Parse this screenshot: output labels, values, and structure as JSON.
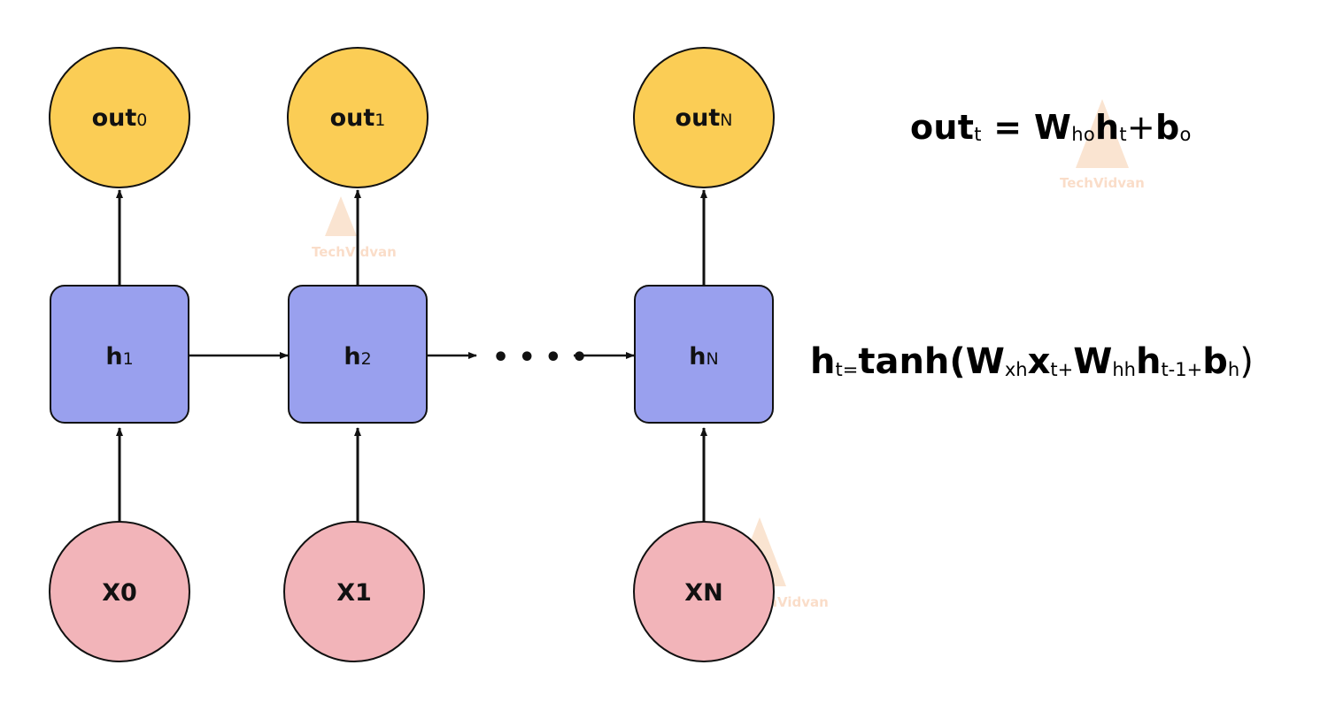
{
  "colors": {
    "output_fill": "#fbcd55",
    "hidden_fill": "#99a0ee",
    "input_fill": "#f2b4b9",
    "stroke": "#111111",
    "watermark": "#f2b17a"
  },
  "watermark_text": "TechVidvan",
  "columns": [
    {
      "output": {
        "main": "out",
        "sub": "0"
      },
      "hidden": {
        "main": "h",
        "sub": "1"
      },
      "input": {
        "main": "X0",
        "sub": ""
      }
    },
    {
      "output": {
        "main": "out",
        "sub": "1"
      },
      "hidden": {
        "main": "h",
        "sub": "2"
      },
      "input": {
        "main": "X1",
        "sub": ""
      }
    },
    {
      "output": {
        "main": "out",
        "sub": "N"
      },
      "hidden": {
        "main": "h",
        "sub": "N"
      },
      "input": {
        "main": "XN",
        "sub": ""
      }
    }
  ],
  "ellipsis": "• • • •",
  "equations": {
    "output": {
      "lhs": "out",
      "lhs_sub": "t",
      "eq": " = ",
      "w": "W",
      "w_sub": "ho",
      "h": "h",
      "h_sub": "t",
      "plus": "+",
      "b": "b",
      "b_sub": "o"
    },
    "hidden": {
      "lhs": "h",
      "lhs_sub": "t=",
      "fn": "tanh(",
      "w1": "W",
      "w1_sub": "xh",
      "x": "x",
      "x_sub": "t+",
      "w2": "W",
      "w2_sub": "hh",
      "h": "h",
      "h_sub": "t-1+",
      "b": "b",
      "b_sub": "h",
      "close": ")"
    }
  }
}
